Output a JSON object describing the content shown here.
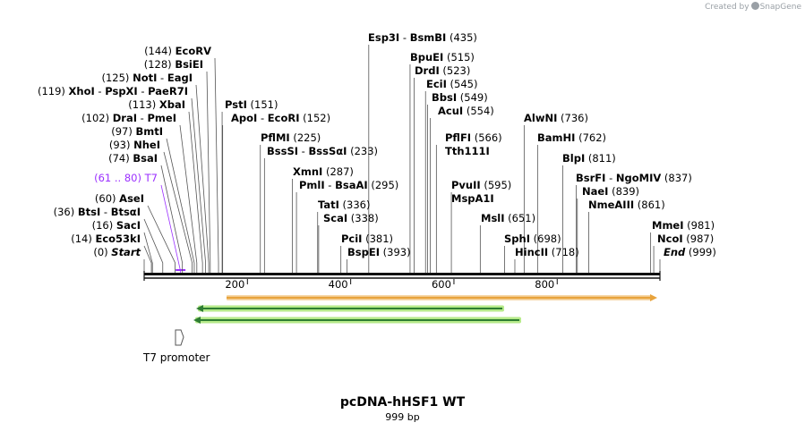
{
  "credit": {
    "text": "Created by",
    "brand": "SnapGene"
  },
  "title": "pcDNA-hHSF1 WT",
  "subtitle": "999 bp",
  "feature": {
    "label": "T7 promoter"
  },
  "sequence_length": 999,
  "ruler": [
    200,
    400,
    600,
    800
  ],
  "sites": [
    {
      "parts": [
        "Start"
      ],
      "italic": true,
      "pos": "(0)",
      "loc": 0
    },
    {
      "parts": [
        "Eco53kI"
      ],
      "pos": "(14)",
      "loc": 14
    },
    {
      "parts": [
        "SacI"
      ],
      "pos": "(16)",
      "loc": 16
    },
    {
      "parts": [
        "BtsI",
        "BtsαI"
      ],
      "pos": "(36)",
      "loc": 36
    },
    {
      "parts": [
        "AseI"
      ],
      "pos": "(60)",
      "loc": 60
    },
    {
      "parts": [
        "T7"
      ],
      "pos": "(61 .. 80)",
      "loc": 70,
      "primer": true
    },
    {
      "parts": [
        "BsaI"
      ],
      "pos": "(74)",
      "loc": 74
    },
    {
      "parts": [
        "NheI"
      ],
      "pos": "(93)",
      "loc": 93
    },
    {
      "parts": [
        "BmtI"
      ],
      "pos": "(97)",
      "loc": 97
    },
    {
      "parts": [
        "DraI",
        "PmeI"
      ],
      "pos": "(102)",
      "loc": 102
    },
    {
      "parts": [
        "XbaI"
      ],
      "pos": "(113)",
      "loc": 113
    },
    {
      "parts": [
        "XhoI",
        "PspXI",
        "PaeR7I"
      ],
      "pos": "(119)",
      "loc": 119
    },
    {
      "parts": [
        "NotI",
        "EagI"
      ],
      "pos": "(125)",
      "loc": 125
    },
    {
      "parts": [
        "BsiEI"
      ],
      "pos": "(128)",
      "loc": 128
    },
    {
      "parts": [
        "EcoRV"
      ],
      "pos": "(144)",
      "loc": 144
    },
    {
      "parts": [
        "PstI"
      ],
      "pos": "(151)",
      "loc": 151
    },
    {
      "parts": [
        "ApoI",
        "EcoRI"
      ],
      "pos": "(152)",
      "loc": 152
    },
    {
      "parts": [
        "PflMI"
      ],
      "pos": "(225)",
      "loc": 225
    },
    {
      "parts": [
        "BssSI",
        "BssSαI"
      ],
      "pos": "(233)",
      "loc": 233
    },
    {
      "parts": [
        "XmnI"
      ],
      "pos": "(287)",
      "loc": 287
    },
    {
      "parts": [
        "PmlI",
        "BsaAI"
      ],
      "pos": "(295)",
      "loc": 295
    },
    {
      "parts": [
        "TatI"
      ],
      "pos": "(336)",
      "loc": 336
    },
    {
      "parts": [
        "ScaI"
      ],
      "pos": "(338)",
      "loc": 338
    },
    {
      "parts": [
        "PciI"
      ],
      "pos": "(381)",
      "loc": 381
    },
    {
      "parts": [
        "BspEI"
      ],
      "pos": "(393)",
      "loc": 393
    },
    {
      "parts": [
        "Esp3I",
        "BsmBI"
      ],
      "pos": "(435)",
      "loc": 435
    },
    {
      "parts": [
        "BpuEI"
      ],
      "pos": "(515)",
      "loc": 515
    },
    {
      "parts": [
        "DrdI"
      ],
      "pos": "(523)",
      "loc": 523
    },
    {
      "parts": [
        "EciI"
      ],
      "pos": "(545)",
      "loc": 545
    },
    {
      "parts": [
        "BbsI"
      ],
      "pos": "(549)",
      "loc": 549
    },
    {
      "parts": [
        "AcuI"
      ],
      "pos": "(554)",
      "loc": 554
    },
    {
      "parts": [
        "PflFI"
      ],
      "pos": "(566)",
      "loc": 566
    },
    {
      "parts": [
        "Tth111I"
      ],
      "pos": "",
      "loc": 566
    },
    {
      "parts": [
        "PvuII"
      ],
      "pos": "(595)",
      "loc": 595
    },
    {
      "parts": [
        "MspA1I"
      ],
      "pos": "",
      "loc": 595
    },
    {
      "parts": [
        "MslI"
      ],
      "pos": "(651)",
      "loc": 651
    },
    {
      "parts": [
        "SphI"
      ],
      "pos": "(698)",
      "loc": 698
    },
    {
      "parts": [
        "HincII"
      ],
      "pos": "(718)",
      "loc": 718
    },
    {
      "parts": [
        "AlwNI"
      ],
      "pos": "(736)",
      "loc": 736
    },
    {
      "parts": [
        "BamHI"
      ],
      "pos": "(762)",
      "loc": 762
    },
    {
      "parts": [
        "BlpI"
      ],
      "pos": "(811)",
      "loc": 811
    },
    {
      "parts": [
        "BsrFI",
        "NgoMIV"
      ],
      "pos": "(837)",
      "loc": 837
    },
    {
      "parts": [
        "NaeI"
      ],
      "pos": "(839)",
      "loc": 839
    },
    {
      "parts": [
        "NmeAIII"
      ],
      "pos": "(861)",
      "loc": 861
    },
    {
      "parts": [
        "MmeI"
      ],
      "pos": "(981)",
      "loc": 981
    },
    {
      "parts": [
        "NcoI"
      ],
      "pos": "(987)",
      "loc": 987
    },
    {
      "parts": [
        "End"
      ],
      "italic": true,
      "pos": "(999)",
      "loc": 999
    }
  ],
  "colors": {
    "backbone": "#111111",
    "primer": "#9b30ff",
    "orf": "#e8a33c",
    "orf_fill": "#f6d7a8",
    "green": "#2e7d32",
    "green_glow": "#b6ea8a",
    "credit": "#9aa0a6"
  }
}
